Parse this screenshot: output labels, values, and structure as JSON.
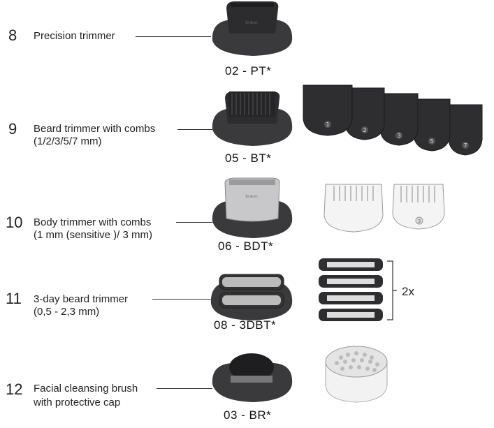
{
  "colors": {
    "dark": "#3a3a3c",
    "darker": "#2a2a2c",
    "light": "#f2f2f2",
    "line": "#333333"
  },
  "items": [
    {
      "number": "8",
      "label": [
        "Precision trimmer"
      ],
      "code": "02 - PT*"
    },
    {
      "number": "9",
      "label": [
        "Beard trimmer with combs",
        "(1/2/3/5/7 mm)"
      ],
      "code": "05 - BT*"
    },
    {
      "number": "10",
      "label": [
        "Body trimmer with combs",
        "(1 mm  (sensitive )/ 3 mm)"
      ],
      "code": "06 - BDT*"
    },
    {
      "number": "11",
      "label": [
        "3-day beard trimmer",
        "(0,5 - 2,3 mm)"
      ],
      "code": "08 - 3DBT*"
    },
    {
      "number": "12",
      "label": [
        "Facial cleansing brush",
        "with protective cap"
      ],
      "code": "03 - BR*"
    }
  ],
  "extras": {
    "beard_comb_marks": [
      "1",
      "2",
      "3",
      "5",
      "7"
    ],
    "body_comb_marks": [
      "",
      "3"
    ],
    "cutter_count": "2x"
  }
}
